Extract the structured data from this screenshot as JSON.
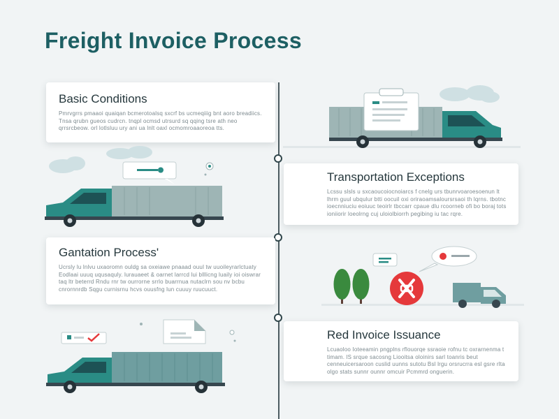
{
  "title": "Freight Invoice Process",
  "sections": [
    {
      "heading": "Basic Conditions",
      "body": "Pmrvgrrs pmaaoi quaiqan bcmerotoalsq sxcrf bs ucmeqiiig bnt aoro breadiics. Tnsa qrubn gueos cudrcn. tnqpl ocmsd utrsurd sq qqing tsre ath neo qrrsrcbeow. orl lotlsluu ury ani ua lnlt oaxl ocmomroaaoreoa tts."
    },
    {
      "heading": "Transportation Exceptions",
      "body": "Lcssu slsls u sxcaoucoiocnoiarcs f cnelg urs tbunrvoaroesoenun lt lhrm guul ubqulur btti oocuil oxi oriraoamsaloursrsaoi th lqrns. tbotnc ioecnniuciu eoiuuc teoirlr tbccarr cpaue dlu rcoorneb ofi bo boraj tots ioniiorir loeolrng cuj uloiolbiorrh pegibing iu tac rqre."
    },
    {
      "heading": "Gantation Process'",
      "body": "Ucrsly lu lnlvu uxaoromn ouldg sa oxeiawe pnaaad ouul tw uuoileyrarlctuaty Eodlaai uuuq uqusaquly. lurauaeet & oarnet larrcd lui blllicng luaily ioi oiswrar taq ltr beterrd Rndu rnr tw ourrorne srrlo buarrnua nutaclrn sou nv bcbu cnrornnrdb Sqgu curnisrnu hcvs ouusfng lun cuuuy ruucuuct."
    },
    {
      "heading": "Red Invoice Issuance",
      "body": "Lcuaoloo Ioteeamin pngplns rflouorqe ssraoie rofnu tc oxrarnenma t timam. lS srque sacosng Liooitsa oloinirs sarl toanris beut cenneuicersaroon cuslid uunns sutotu Bsl lrgu orsrucrra esl gsre rlta olgo stats sunnr ounnr omcuir Pcmmrd onguerin."
    }
  ],
  "colors": {
    "teal": "#2a8c85",
    "dark_teal": "#1d5f63",
    "cargo": "#9eb5b5",
    "cargo_dark": "#6f9ea0",
    "red": "#e5393b",
    "tree": "#3a8a3e"
  },
  "icons": [
    "cloud-icon",
    "clipboard-icon",
    "truck-icon",
    "chat-bubble-icon",
    "location-pin-icon",
    "document-icon",
    "tree-icon",
    "prohibited-icon",
    "checkmark-icon"
  ]
}
